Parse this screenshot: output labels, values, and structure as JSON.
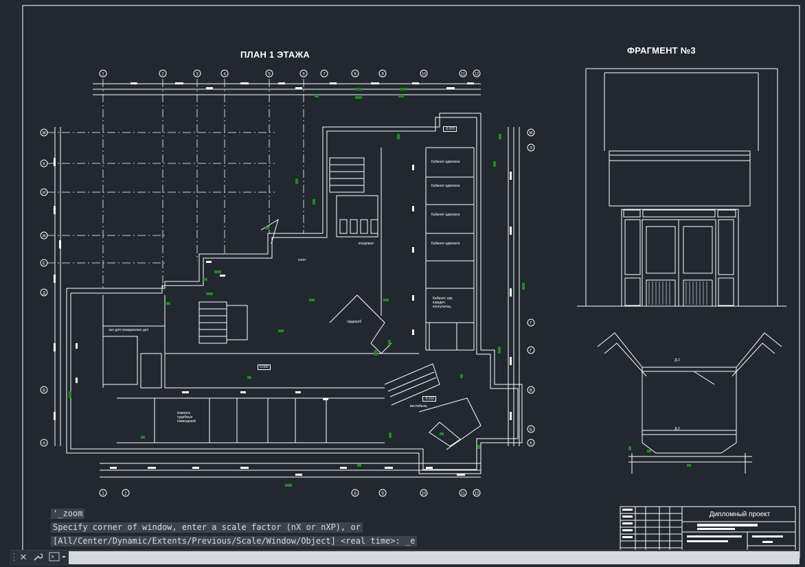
{
  "drawing": {
    "plan_title": "ПЛАН 1 ЭТАЖА",
    "fragment_title": "ФРАГМЕНТ №3",
    "title_block": {
      "project_name": "Дипломный проект"
    },
    "axes_top": [
      "1",
      "2",
      "3",
      "4",
      "5",
      "6",
      "7",
      "8",
      "9",
      "10",
      "11",
      "12"
    ],
    "axes_bottom": [
      "1",
      "2",
      "8",
      "9",
      "10",
      "11",
      "12"
    ],
    "axes_left": [
      "М",
      "К",
      "И",
      "Ж",
      "Е",
      "Д",
      "В",
      "А"
    ],
    "axes_right": [
      "М",
      "Л",
      "Г",
      "Г",
      "В",
      "Б",
      "А"
    ],
    "rooms": {
      "cabinet_1": "Кабинет адвоката",
      "cabinet_2": "Кабинет адвоката",
      "cabinet_3": "Кабинет адвоката",
      "cabinet_4": "Кабинет адвоката",
      "cabinet_5": "Кабинет зав. юридич. консультац.",
      "hall": "холл",
      "wardrobe": "гардероб",
      "vestibule": "вестибюль",
      "court_rooms": "комната судебных помещений",
      "hall_civil": "зал для гражданских дел",
      "storage": "кладовая",
      "mark_000": "0.000",
      "mark_level": "-0.070",
      "mark_level2": "-0.010"
    },
    "fragment_labels": {
      "d2_top": "Д-2",
      "d2_bottom": "Д-2"
    }
  },
  "command_line": {
    "history": [
      "'_zoom",
      "Specify corner of window, enter a scale factor (nX or nXP), or",
      "[All/Center/Dynamic/Extents/Previous/Scale/Window/Object] <real time>: _e"
    ],
    "close_glyph": "✕",
    "settings_glyph": "🔧",
    "prompt_glyph": "▸_"
  }
}
